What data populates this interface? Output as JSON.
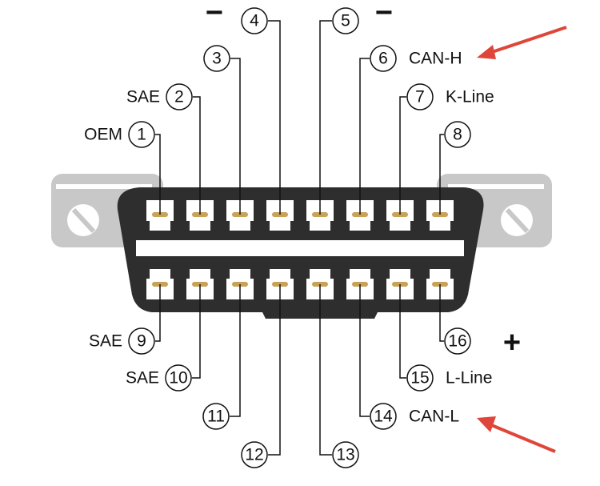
{
  "title": "OBD-II connector pinout",
  "pins": [
    {
      "n": "1",
      "label": "OEM"
    },
    {
      "n": "2",
      "label": "SAE"
    },
    {
      "n": "3",
      "label": ""
    },
    {
      "n": "4",
      "label": ""
    },
    {
      "n": "5",
      "label": ""
    },
    {
      "n": "6",
      "label": "CAN-H"
    },
    {
      "n": "7",
      "label": "K-Line"
    },
    {
      "n": "8",
      "label": ""
    },
    {
      "n": "9",
      "label": "SAE"
    },
    {
      "n": "10",
      "label": "SAE"
    },
    {
      "n": "11",
      "label": ""
    },
    {
      "n": "12",
      "label": ""
    },
    {
      "n": "13",
      "label": ""
    },
    {
      "n": "14",
      "label": "CAN-L"
    },
    {
      "n": "15",
      "label": "L-Line"
    },
    {
      "n": "16",
      "label": ""
    }
  ],
  "signs": {
    "minus": "−",
    "plus": "+"
  },
  "colors": {
    "body": "#2e2e2e",
    "ear": "#c8c8c8",
    "contact": "#c9a25a",
    "arrow": "#e0453a"
  }
}
